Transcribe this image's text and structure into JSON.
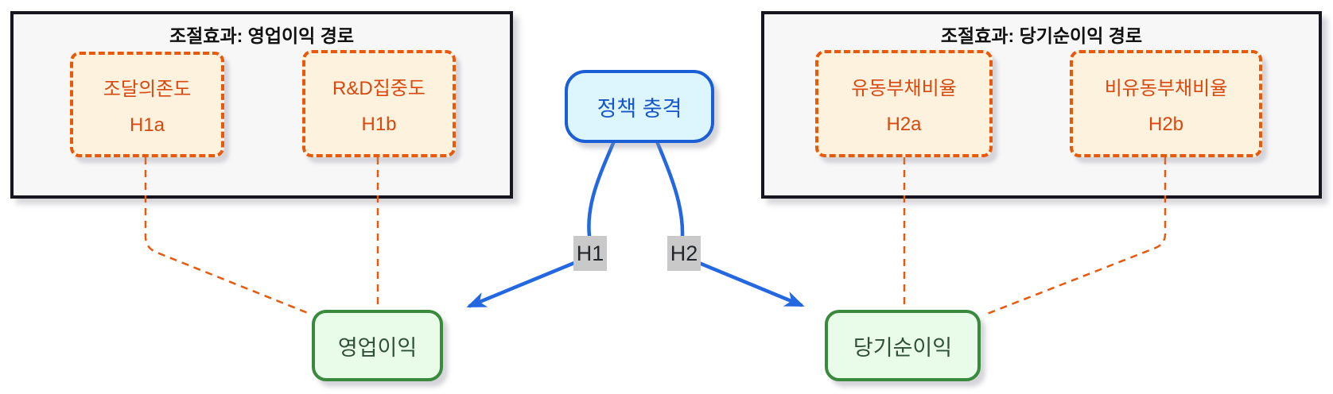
{
  "diagram": {
    "policy_node": {
      "label": "정책 충격"
    },
    "panels": {
      "left": {
        "title": "조절효과: 영업이익 경로",
        "moderators": [
          {
            "label": "조달의존도",
            "hypothesis": "H1a"
          },
          {
            "label": "R&D집중도",
            "hypothesis": "H1b"
          }
        ]
      },
      "right": {
        "title": "조절효과: 당기순이익 경로",
        "moderators": [
          {
            "label": "유동부채비율",
            "hypothesis": "H2a"
          },
          {
            "label": "비유동부채비율",
            "hypothesis": "H2b"
          }
        ]
      }
    },
    "edges": [
      {
        "label": "H1",
        "from": "정책 충격",
        "to": "영업이익"
      },
      {
        "label": "H2",
        "from": "정책 충격",
        "to": "당기순이익"
      }
    ],
    "outcomes": [
      {
        "label": "영업이익"
      },
      {
        "label": "당기순이익"
      }
    ]
  },
  "colors": {
    "panel_border": "#15161f",
    "panel_bg": "#f7f7f8",
    "title": "#111111",
    "mod_border": "#e8590c",
    "mod_bg": "#fcf2de",
    "mod_text": "#d9480f",
    "policy_border": "#1a5fd6",
    "policy_bg": "#ddf5fd",
    "policy_text": "#1756c9",
    "edge_blue": "#2368e0",
    "edge_label_bg": "#c9c9c9",
    "edge_label_text": "#23262b",
    "outcome_border": "#3a8a3e",
    "outcome_bg": "#e9fbe9",
    "outcome_text": "#2e4f38",
    "dashed_orange": "#e8590c"
  }
}
